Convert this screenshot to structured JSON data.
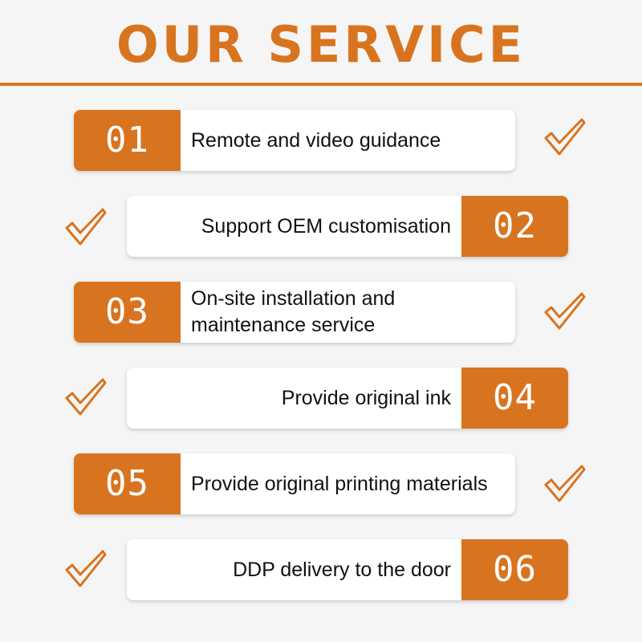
{
  "header": {
    "title": "OUR SERVICE"
  },
  "services": [
    {
      "number": "01",
      "label": "Remote and video guidance",
      "side": "left"
    },
    {
      "number": "02",
      "label": "Support OEM customisation",
      "side": "right"
    },
    {
      "number": "03",
      "label": "On-site installation and maintenance service",
      "side": "left"
    },
    {
      "number": "04",
      "label": "Provide original ink",
      "side": "right"
    },
    {
      "number": "05",
      "label": "Provide original printing materials",
      "side": "left"
    },
    {
      "number": "06",
      "label": "DDP delivery to the door",
      "side": "right"
    }
  ],
  "icons": {
    "check": "checkmark-icon"
  },
  "colors": {
    "accent": "#d8741f",
    "card": "#ffffff",
    "background": "#f5f5f5",
    "text": "#111111"
  }
}
